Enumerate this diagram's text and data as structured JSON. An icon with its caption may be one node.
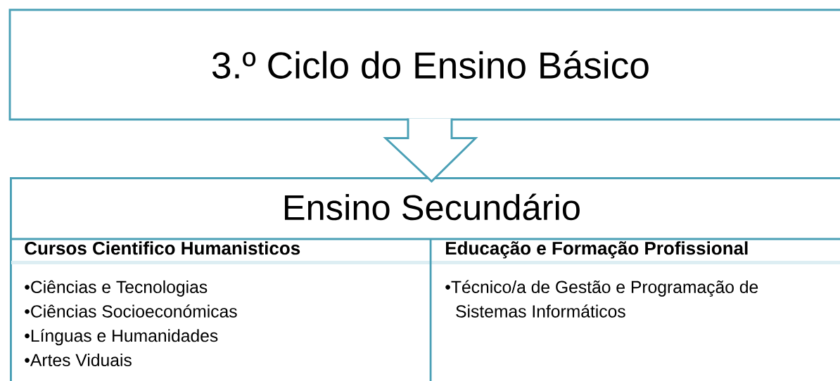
{
  "diagram": {
    "nodes": [
      {
        "text": [
          "3.º Ciclo do Ensino Básico"
        ]
      },
      {
        "text": [
          "Ensino Secundário"
        ]
      },
      {
        "text": [
          "Cursos Cientifico Humanisticos",
          "•Ciências e Tecnologias",
          "•Ciências Socioeconómicas",
          "•Línguas e Humanidades",
          "•Artes Viduais"
        ],
        "in": 1
      },
      {
        "text": [
          "Educação e Formação Profissional",
          "•Técnico/a de Gestão e Programação de Sistemas Informáticos"
        ],
        "in": 1
      }
    ],
    "edges": [
      {
        "from": 0,
        "to": 1,
        "arrow": "to"
      }
    ]
  }
}
